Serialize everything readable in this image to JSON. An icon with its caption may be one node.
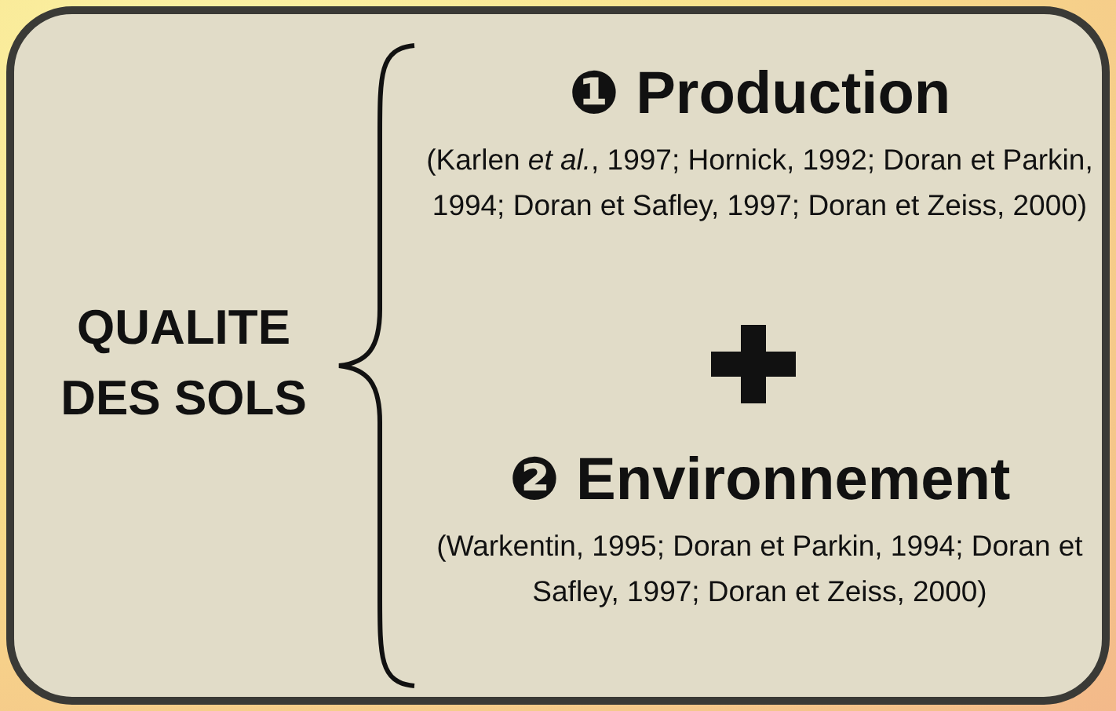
{
  "diagram": {
    "nodes": [
      {
        "text": [],
        "shape": "box"
      },
      {
        "text": [
          "QUALITE DES SOLS"
        ],
        "in": 0
      },
      {
        "text": [
          "❶ Production",
          "(Karlen *et al.*, 1997; Hornick, 1992; Doran et Parkin, 1994; Doran et Safley, 1997; Doran et Zeiss, 2000)"
        ],
        "in": 0
      },
      {
        "text": [
          "❷ Environnement",
          "(Warkentin, 1995; Doran et Parkin, 1994; Doran et Safley, 1997; Doran et Zeiss, 2000)"
        ],
        "in": 0
      }
    ]
  }
}
